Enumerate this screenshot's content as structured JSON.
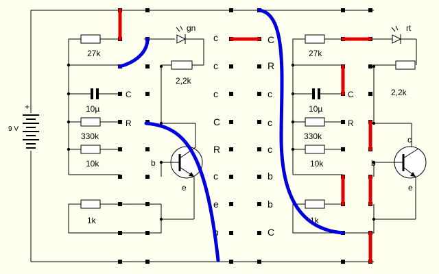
{
  "battery": {
    "voltage": "9 V",
    "plus": "+"
  },
  "left_stage": {
    "r1": "27k",
    "r2": "2,2k",
    "cap": "10µ",
    "r3": "330k",
    "r4": "10k",
    "r5": "1k",
    "led": "gn",
    "pin_c": "C",
    "pin_r": "R",
    "base": "b",
    "emitter": "e"
  },
  "right_stage": {
    "r1": "27k",
    "r2": "2,2k",
    "cap": "10µ",
    "r3": "330k",
    "r4": "10k",
    "r5": "1k",
    "led": "rt",
    "pin_c": "C",
    "pin_r": "R",
    "base": "b",
    "collector": "c",
    "emitter": "e"
  },
  "middle_col_a": [
    "c",
    "c",
    "c",
    "C",
    "R",
    "c",
    "e",
    "b"
  ],
  "middle_col_b": [
    "C",
    "R",
    "c",
    "c",
    "c",
    "b",
    "b",
    "C"
  ],
  "colors": {
    "background": "#fffff0",
    "jumper_red": "#e00000",
    "jumper_blue": "#0000dd"
  }
}
